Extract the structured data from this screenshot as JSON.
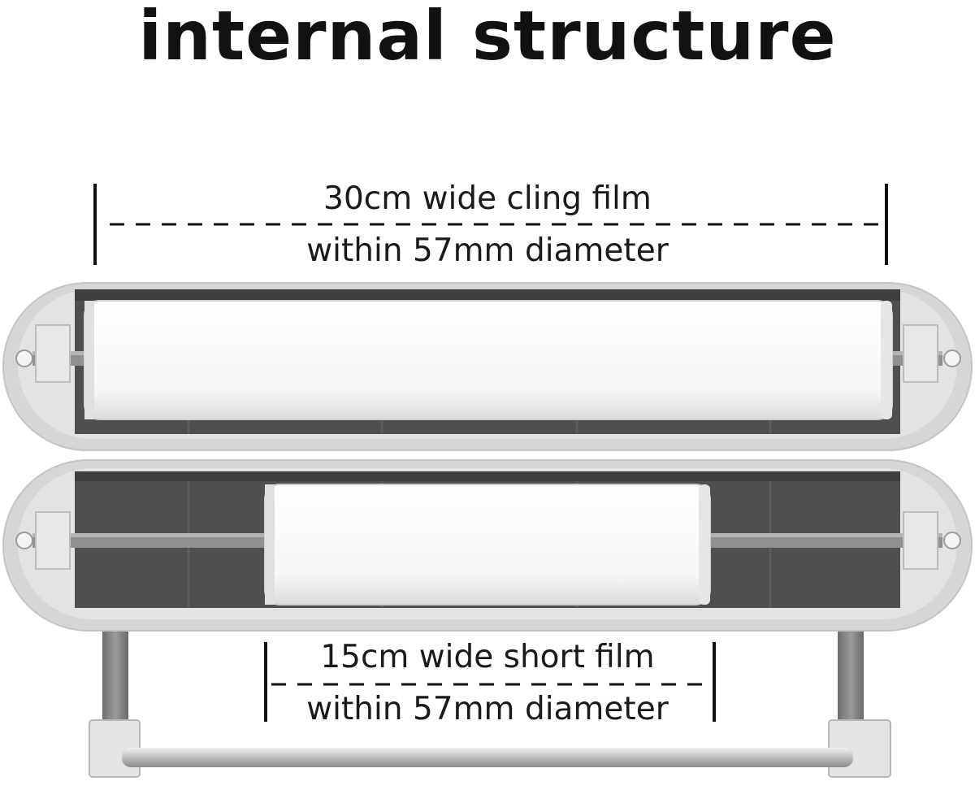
{
  "title": "internal structure",
  "top_roll": {
    "line1": "30cm wide cling film",
    "line2": "within 57mm diameter"
  },
  "bottom_roll": {
    "line1": "15cm wide short film",
    "line2": "within 57mm diameter"
  },
  "colors": {
    "housing": "#d9d9d9",
    "housing_edge": "#bdbdbd",
    "cavity": "#4f4f4f",
    "roll": "#f7f7f7",
    "rod": "#8f8f8f",
    "text": "#1a1a1a"
  }
}
